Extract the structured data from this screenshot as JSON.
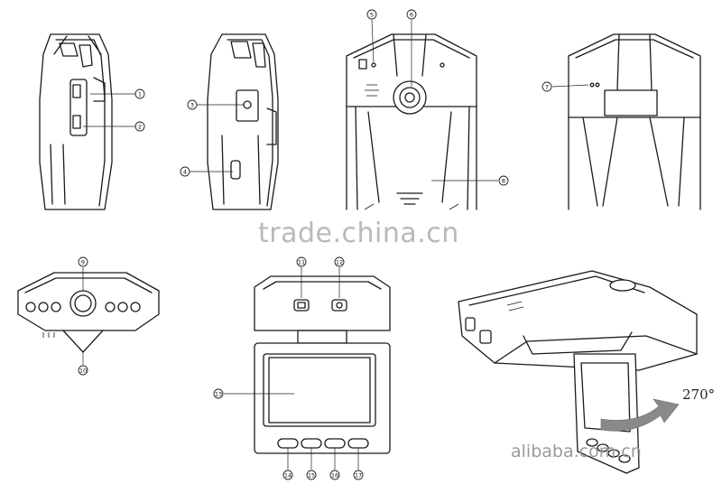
{
  "callouts": [
    "1",
    "2",
    "3",
    "4",
    "5",
    "6",
    "7",
    "8",
    "9",
    "10",
    "11",
    "12",
    "13",
    "14",
    "15",
    "16",
    "17"
  ],
  "rotation_label": "270°",
  "watermarks": {
    "center": "trade.china.cn",
    "bottom_right": "alibaba.com.cn"
  },
  "colors": {
    "line": "#1a1a1a",
    "watermark": "#b9b9b9",
    "arrow": "#8a8a8a"
  }
}
